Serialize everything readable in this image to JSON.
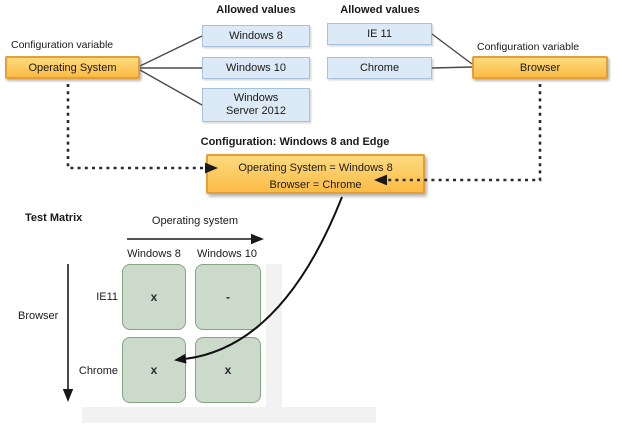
{
  "os_variable": {
    "caption": "Configuration variable",
    "name": "Operating System"
  },
  "os_allowed": {
    "header": "Allowed values",
    "values": [
      "Windows 8",
      "Windows 10",
      "Windows Server 2012"
    ]
  },
  "browser_allowed": {
    "header": "Allowed values",
    "values": [
      "IE 11",
      "Chrome"
    ]
  },
  "browser_variable": {
    "caption": "Configuration variable",
    "name": "Browser"
  },
  "configuration": {
    "header": "Configuration: Windows 8 and Edge",
    "assignments": [
      "Operating System = Windows 8",
      "Browser = Chrome"
    ]
  },
  "matrix": {
    "title": "Test Matrix",
    "x_axis_label": "Operating system",
    "y_axis_label": "Browser",
    "column_headers": [
      "Windows 8",
      "Windows 10"
    ],
    "row_headers": [
      "IE11",
      "Chrome"
    ],
    "cells": [
      [
        "x",
        "-"
      ],
      [
        "x",
        "x"
      ]
    ]
  },
  "colors": {
    "variable_box_fill_top": "#fdda7e",
    "variable_box_fill_bottom": "#fbbc45",
    "variable_box_border": "#e49d39",
    "value_box_fill": "#dce9f6",
    "value_box_border": "#a6c1de",
    "matrix_cell_fill": "#cbdacb",
    "matrix_cell_border": "#83a683",
    "line_color": "#4a4a4a",
    "arrow_color": "#1a1a1a"
  }
}
